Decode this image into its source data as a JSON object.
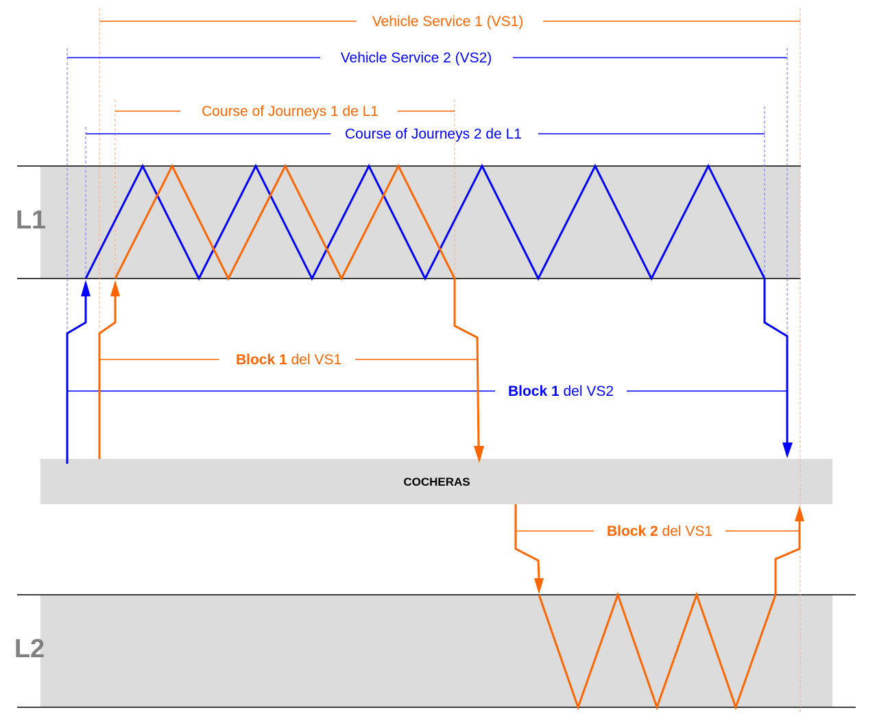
{
  "colors": {
    "vs1": "#ff6600",
    "vs2": "#0000ff",
    "band": "#dcdcdc"
  },
  "lines": {
    "l1": "L1",
    "l2": "L2"
  },
  "depot": "COCHERAS",
  "labels": {
    "vs1": "Vehicle Service 1 (VS1)",
    "vs2": "Vehicle Service 2 (VS2)",
    "coj1": "Course of Journeys 1 de L1",
    "coj2": "Course of Journeys 2 de L1",
    "block1_vs1": {
      "bold": "Block 1",
      "rest": " del VS1"
    },
    "block1_vs2": {
      "bold": "Block 1",
      "rest": " del VS2"
    },
    "block2_vs1": {
      "bold": "Block 2",
      "rest": " del VS1"
    }
  }
}
